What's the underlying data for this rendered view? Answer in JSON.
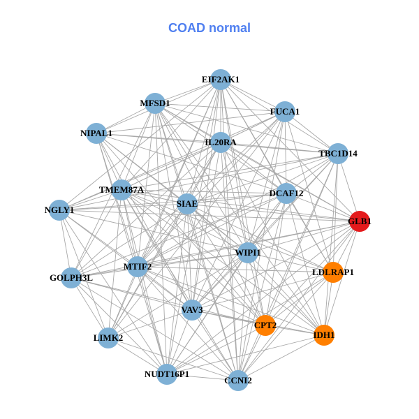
{
  "title": "COAD normal",
  "colors": {
    "default": "#7eb0d5",
    "red": "#e41a1c",
    "orange": "#ff7f00",
    "edge": "#a8a8a8"
  },
  "nodes": [
    {
      "name": "EIF2AK1",
      "color": "default"
    },
    {
      "name": "MFSD1",
      "color": "default"
    },
    {
      "name": "FUCA1",
      "color": "default"
    },
    {
      "name": "NIPAL1",
      "color": "default"
    },
    {
      "name": "IL20RA",
      "color": "default"
    },
    {
      "name": "TBC1D14",
      "color": "default"
    },
    {
      "name": "TMEM87A",
      "color": "default"
    },
    {
      "name": "SIAE",
      "color": "default"
    },
    {
      "name": "DCAF12",
      "color": "default"
    },
    {
      "name": "NGLY1",
      "color": "default"
    },
    {
      "name": "GLB1",
      "color": "red"
    },
    {
      "name": "WIPI1",
      "color": "default"
    },
    {
      "name": "MTIF2",
      "color": "default"
    },
    {
      "name": "GOLPH3L",
      "color": "default"
    },
    {
      "name": "LDLRAP1",
      "color": "orange"
    },
    {
      "name": "VAV3",
      "color": "default"
    },
    {
      "name": "CPT2",
      "color": "orange"
    },
    {
      "name": "IDH1",
      "color": "orange"
    },
    {
      "name": "LIMK2",
      "color": "default"
    },
    {
      "name": "NUDT16P1",
      "color": "default"
    },
    {
      "name": "CCNI2",
      "color": "default"
    }
  ],
  "edges": [
    [
      0,
      1
    ],
    [
      0,
      2
    ],
    [
      0,
      3
    ],
    [
      0,
      4
    ],
    [
      0,
      5
    ],
    [
      0,
      6
    ],
    [
      0,
      7
    ],
    [
      0,
      8
    ],
    [
      0,
      9
    ],
    [
      0,
      10
    ],
    [
      0,
      11
    ],
    [
      0,
      12
    ],
    [
      0,
      14
    ],
    [
      0,
      15
    ],
    [
      0,
      16
    ],
    [
      0,
      18
    ],
    [
      0,
      19
    ],
    [
      0,
      20
    ],
    [
      1,
      2
    ],
    [
      1,
      3
    ],
    [
      1,
      4
    ],
    [
      1,
      5
    ],
    [
      1,
      6
    ],
    [
      1,
      7
    ],
    [
      1,
      8
    ],
    [
      1,
      10
    ],
    [
      1,
      11
    ],
    [
      1,
      12
    ],
    [
      1,
      13
    ],
    [
      1,
      15
    ],
    [
      1,
      16
    ],
    [
      1,
      17
    ],
    [
      1,
      19
    ],
    [
      1,
      20
    ],
    [
      2,
      3
    ],
    [
      2,
      4
    ],
    [
      2,
      5
    ],
    [
      2,
      6
    ],
    [
      2,
      7
    ],
    [
      2,
      8
    ],
    [
      2,
      9
    ],
    [
      2,
      11
    ],
    [
      2,
      12
    ],
    [
      2,
      14
    ],
    [
      2,
      15
    ],
    [
      2,
      18
    ],
    [
      2,
      20
    ],
    [
      3,
      4
    ],
    [
      3,
      5
    ],
    [
      3,
      6
    ],
    [
      3,
      7
    ],
    [
      3,
      8
    ],
    [
      3,
      11
    ],
    [
      3,
      12
    ],
    [
      3,
      15
    ],
    [
      3,
      16
    ],
    [
      3,
      19
    ],
    [
      4,
      5
    ],
    [
      4,
      6
    ],
    [
      4,
      7
    ],
    [
      4,
      8
    ],
    [
      4,
      9
    ],
    [
      4,
      10
    ],
    [
      4,
      11
    ],
    [
      4,
      12
    ],
    [
      4,
      13
    ],
    [
      4,
      15
    ],
    [
      4,
      17
    ],
    [
      4,
      18
    ],
    [
      4,
      20
    ],
    [
      5,
      6
    ],
    [
      5,
      7
    ],
    [
      5,
      8
    ],
    [
      5,
      9
    ],
    [
      5,
      10
    ],
    [
      5,
      11
    ],
    [
      5,
      12
    ],
    [
      5,
      14
    ],
    [
      5,
      15
    ],
    [
      5,
      16
    ],
    [
      5,
      17
    ],
    [
      5,
      20
    ],
    [
      6,
      7
    ],
    [
      6,
      8
    ],
    [
      6,
      9
    ],
    [
      6,
      10
    ],
    [
      6,
      11
    ],
    [
      6,
      12
    ],
    [
      6,
      13
    ],
    [
      6,
      14
    ],
    [
      6,
      15
    ],
    [
      6,
      16
    ],
    [
      6,
      17
    ],
    [
      6,
      18
    ],
    [
      6,
      19
    ],
    [
      6,
      20
    ],
    [
      7,
      8
    ],
    [
      7,
      9
    ],
    [
      7,
      10
    ],
    [
      7,
      11
    ],
    [
      7,
      12
    ],
    [
      7,
      13
    ],
    [
      7,
      14
    ],
    [
      7,
      15
    ],
    [
      7,
      16
    ],
    [
      7,
      17
    ],
    [
      7,
      18
    ],
    [
      7,
      19
    ],
    [
      7,
      20
    ],
    [
      8,
      9
    ],
    [
      8,
      10
    ],
    [
      8,
      11
    ],
    [
      8,
      12
    ],
    [
      8,
      13
    ],
    [
      8,
      14
    ],
    [
      8,
      15
    ],
    [
      8,
      16
    ],
    [
      8,
      17
    ],
    [
      8,
      19
    ],
    [
      8,
      20
    ],
    [
      9,
      10
    ],
    [
      9,
      11
    ],
    [
      9,
      12
    ],
    [
      9,
      13
    ],
    [
      9,
      15
    ],
    [
      9,
      18
    ],
    [
      9,
      19
    ],
    [
      10,
      11
    ],
    [
      10,
      12
    ],
    [
      10,
      13
    ],
    [
      10,
      14
    ],
    [
      10,
      15
    ],
    [
      10,
      16
    ],
    [
      10,
      17
    ],
    [
      10,
      19
    ],
    [
      10,
      20
    ],
    [
      11,
      12
    ],
    [
      11,
      13
    ],
    [
      11,
      14
    ],
    [
      11,
      15
    ],
    [
      11,
      16
    ],
    [
      11,
      17
    ],
    [
      11,
      18
    ],
    [
      11,
      19
    ],
    [
      11,
      20
    ],
    [
      12,
      13
    ],
    [
      12,
      14
    ],
    [
      12,
      15
    ],
    [
      12,
      16
    ],
    [
      12,
      17
    ],
    [
      12,
      18
    ],
    [
      12,
      19
    ],
    [
      12,
      20
    ],
    [
      13,
      15
    ],
    [
      13,
      16
    ],
    [
      13,
      18
    ],
    [
      13,
      19
    ],
    [
      13,
      20
    ],
    [
      14,
      15
    ],
    [
      14,
      16
    ],
    [
      14,
      17
    ],
    [
      14,
      19
    ],
    [
      14,
      20
    ],
    [
      15,
      16
    ],
    [
      15,
      17
    ],
    [
      15,
      18
    ],
    [
      15,
      19
    ],
    [
      15,
      20
    ],
    [
      16,
      17
    ],
    [
      16,
      19
    ],
    [
      16,
      20
    ],
    [
      17,
      19
    ],
    [
      17,
      20
    ],
    [
      18,
      19
    ],
    [
      18,
      20
    ],
    [
      19,
      20
    ]
  ]
}
